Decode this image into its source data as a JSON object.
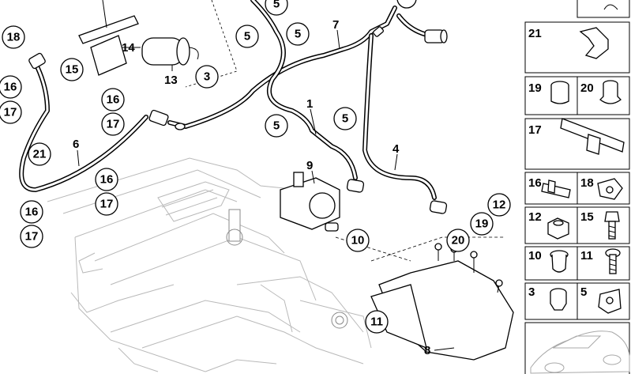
{
  "diagram": {
    "callouts": {
      "c18": "18",
      "c16a": "16",
      "c17a": "17",
      "c21": "21",
      "c16b": "16",
      "c17b": "17",
      "c15": "15",
      "c3": "3",
      "c16c": "16",
      "c17c": "17",
      "c16d": "16",
      "c17d": "17",
      "c5a": "5",
      "c5b": "5",
      "c5c": "5",
      "c5d": "5",
      "c5e": "5",
      "c10": "10",
      "c20": "20",
      "c19": "19",
      "c12": "12",
      "c11": "11"
    },
    "labels": {
      "l14": "14",
      "l13": "13",
      "l6": "6",
      "l7": "7",
      "l1": "1",
      "l4": "4",
      "l9": "9",
      "l8": "8"
    }
  },
  "legend": {
    "cells": {
      "r21": "21",
      "r19": "19",
      "r20": "20",
      "r17": "17",
      "r16": "16",
      "r18": "18",
      "r12": "12",
      "r15": "15",
      "r10": "10",
      "r11": "11",
      "r3": "3",
      "r5": "5"
    }
  }
}
